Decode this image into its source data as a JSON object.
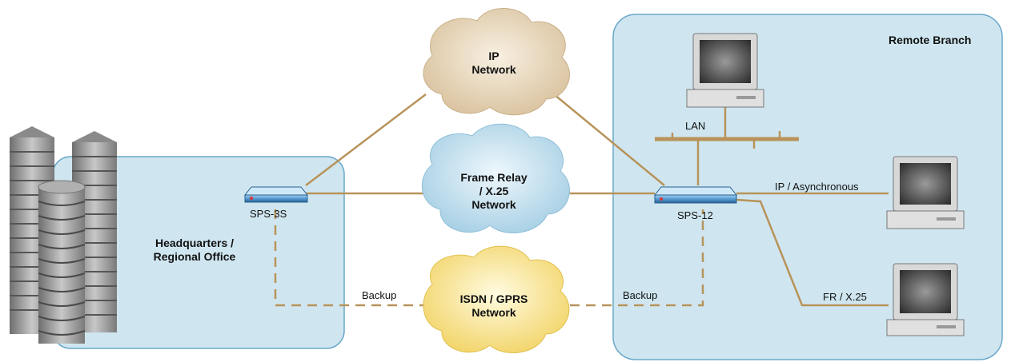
{
  "regions": {
    "headquarters": "Headquarters /\nRegional Office",
    "remote_branch": "Remote Branch"
  },
  "clouds": {
    "ip": "IP\nNetwork",
    "frame_relay": "Frame Relay\n/ X.25\nNetwork",
    "isdn": "ISDN / GPRS\nNetwork"
  },
  "devices": {
    "hq_router": "SPS-3S",
    "branch_router": "SPS-12"
  },
  "links": {
    "lan": "LAN",
    "ip_async": "IP / Asynchronous",
    "fr_x25": "FR / X.25",
    "backup_left": "Backup",
    "backup_right": "Backup"
  },
  "colors": {
    "region_fill": "#cfe6f0",
    "region_border": "#6aa8c8",
    "link": "#b8935a",
    "ip_cloud": "#e6d4b8",
    "fr_cloud": "#b7d9ea",
    "isdn_cloud": "#f7e08a"
  }
}
